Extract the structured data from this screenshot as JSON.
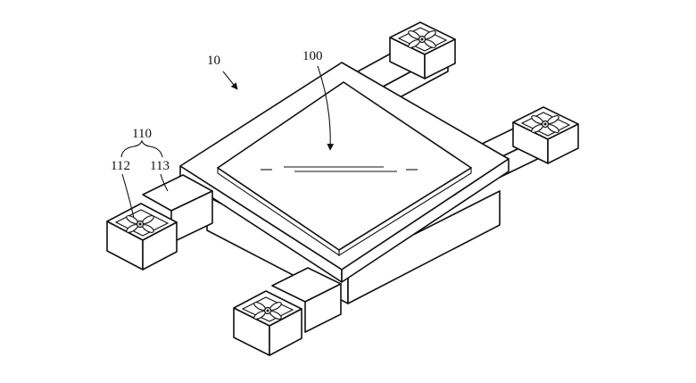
{
  "figure": {
    "labels": {
      "device": "10",
      "panel": "100",
      "arm_group": "110",
      "rotor": "112",
      "arm": "113"
    },
    "colors": {
      "line": "#111111",
      "background": "#ffffff"
    },
    "icons": [
      "rotor-icon"
    ]
  }
}
